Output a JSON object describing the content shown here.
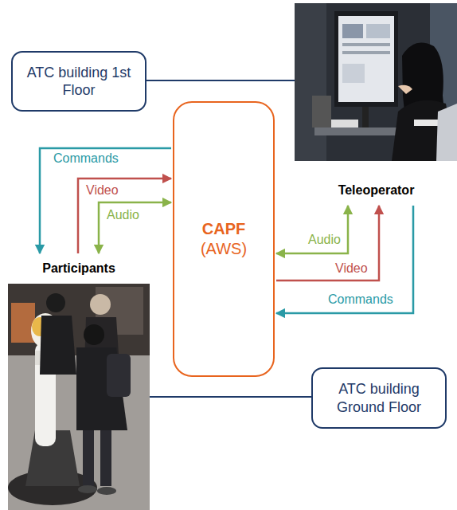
{
  "diagram": {
    "nodes": [
      {
        "text": [
          "ATC building 1st Floor"
        ]
      },
      {
        "text": [
          "CAPF",
          "(AWS)"
        ]
      },
      {
        "text": [
          "Teleoperator"
        ]
      },
      {
        "text": [
          "Participants"
        ]
      },
      {
        "text": [
          "ATC building Ground Floor"
        ]
      }
    ],
    "edges": [
      {
        "from": 1,
        "to": 3,
        "label": "Commands",
        "arrow": "to"
      },
      {
        "from": 3,
        "to": 1,
        "label": "Video",
        "arrow": "to"
      },
      {
        "from": 3,
        "to": 1,
        "label": "Audio",
        "arrow": "both"
      },
      {
        "from": 1,
        "to": 2,
        "label": "Audio",
        "arrow": "both"
      },
      {
        "from": 1,
        "to": 2,
        "label": "Video",
        "arrow": "to"
      },
      {
        "from": 2,
        "to": 1,
        "label": "Commands",
        "arrow": "to"
      }
    ]
  }
}
